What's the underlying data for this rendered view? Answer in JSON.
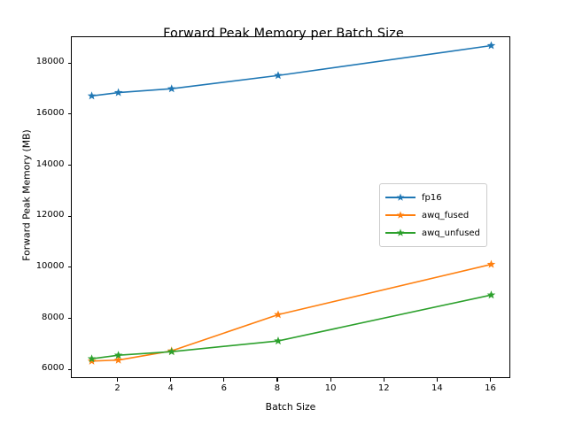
{
  "chart_data": {
    "type": "line",
    "title": "Forward Peak Memory per Batch Size",
    "xlabel": "Batch Size",
    "ylabel": "Forward Peak Memory (MB)",
    "x": [
      1,
      2,
      4,
      8,
      16
    ],
    "xlim": [
      0.25,
      16.75
    ],
    "ylim": [
      5660,
      19050
    ],
    "xticks": [
      2,
      4,
      6,
      8,
      10,
      12,
      14,
      16
    ],
    "yticks": [
      6000,
      8000,
      10000,
      12000,
      14000,
      16000,
      18000
    ],
    "grid": false,
    "legend_position": "center right",
    "marker": "star",
    "series": [
      {
        "name": "fp16",
        "color": "#1f77b4",
        "values": [
          16750,
          16880,
          17030,
          17550,
          18720
        ]
      },
      {
        "name": "awq_fused",
        "color": "#ff7f0e",
        "values": [
          6360,
          6400,
          6760,
          8180,
          10150
        ]
      },
      {
        "name": "awq_unfused",
        "color": "#2ca02c",
        "values": [
          6450,
          6590,
          6730,
          7150,
          8950
        ]
      }
    ]
  },
  "figure": {
    "background": "#ffffff",
    "axes_edge_color": "#000000",
    "legend_frame_color": "#cccccc"
  }
}
